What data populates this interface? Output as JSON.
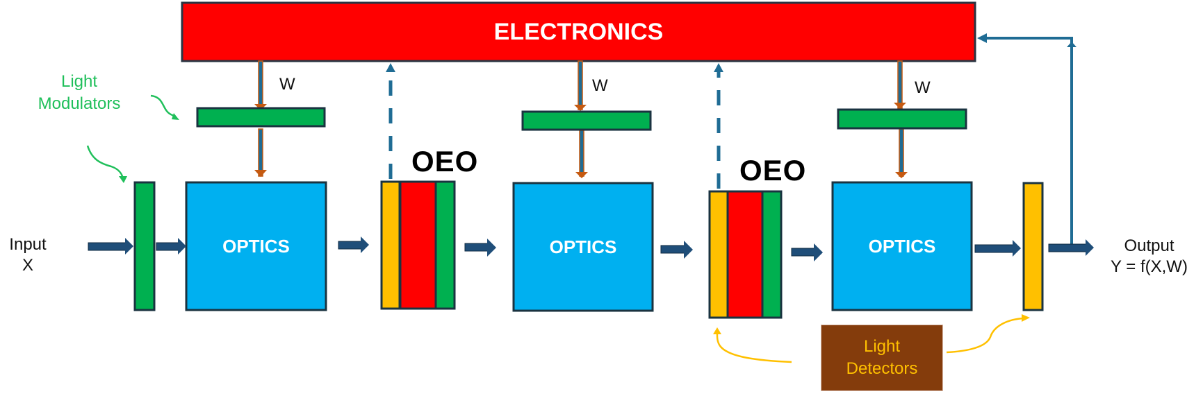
{
  "diagram": {
    "electronics": {
      "label": "ELECTRONICS",
      "color": "#FF0000"
    },
    "optics_blocks": [
      {
        "label": "OPTICS"
      },
      {
        "label": "OPTICS"
      },
      {
        "label": "OPTICS"
      }
    ],
    "weight_labels": [
      "W",
      "W",
      "W"
    ],
    "oeo_labels": [
      "OEO",
      "OEO"
    ],
    "input": {
      "line1": "Input",
      "line2": "X"
    },
    "output": {
      "line1": "Output",
      "line2": "Y = f(X,W)"
    },
    "annotations": {
      "light_modulators": {
        "line1": "Light",
        "line2": "Modulators"
      },
      "light_detectors": {
        "line1": "Light",
        "line2": "Detectors"
      }
    },
    "colors": {
      "optics": "#00B0F0",
      "modulator": "#00B050",
      "detector": "#FFC000",
      "oeo_core": "#FF0000",
      "signal_arrow": "#1F4E79",
      "feedback": "#1F6C94",
      "weight_arrow": "#C55A11",
      "detector_label_bg": "#843C0C",
      "modulator_label": "#1FBF5A"
    }
  }
}
